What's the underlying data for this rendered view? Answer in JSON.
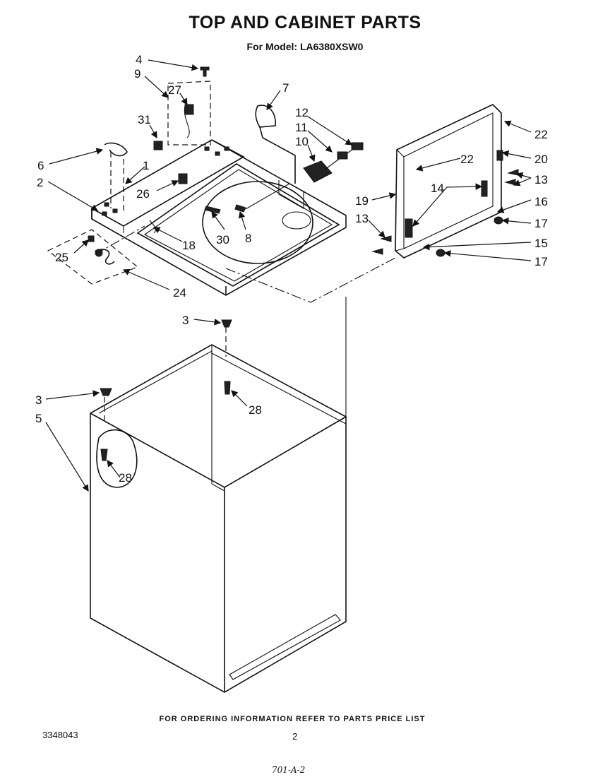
{
  "title": "TOP AND CABINET PARTS",
  "subtitle": "For Model: LA6380XSW0",
  "footer_note": "FOR ORDERING INFORMATION REFER TO PARTS PRICE LIST",
  "doc_number": "3348043",
  "page_number": "2",
  "handwritten_code": "701-A-2",
  "callouts": {
    "c4": "4",
    "c9": "9",
    "c27": "27",
    "c31": "31",
    "c7": "7",
    "c12": "12",
    "c11": "11",
    "c10": "10",
    "c6": "6",
    "c1": "1",
    "c2": "2",
    "c26": "26",
    "c30": "30",
    "c8": "8",
    "c18": "18",
    "c25": "25",
    "c24": "24",
    "c22a": "22",
    "c22b": "22",
    "c20": "20",
    "c13a": "13",
    "c14": "14",
    "c19": "19",
    "c16": "16",
    "c13b": "13",
    "c17a": "17",
    "c15": "15",
    "c17b": "17",
    "c3a": "3",
    "c28a": "28",
    "c3b": "3",
    "c5": "5",
    "c28b": "28"
  }
}
